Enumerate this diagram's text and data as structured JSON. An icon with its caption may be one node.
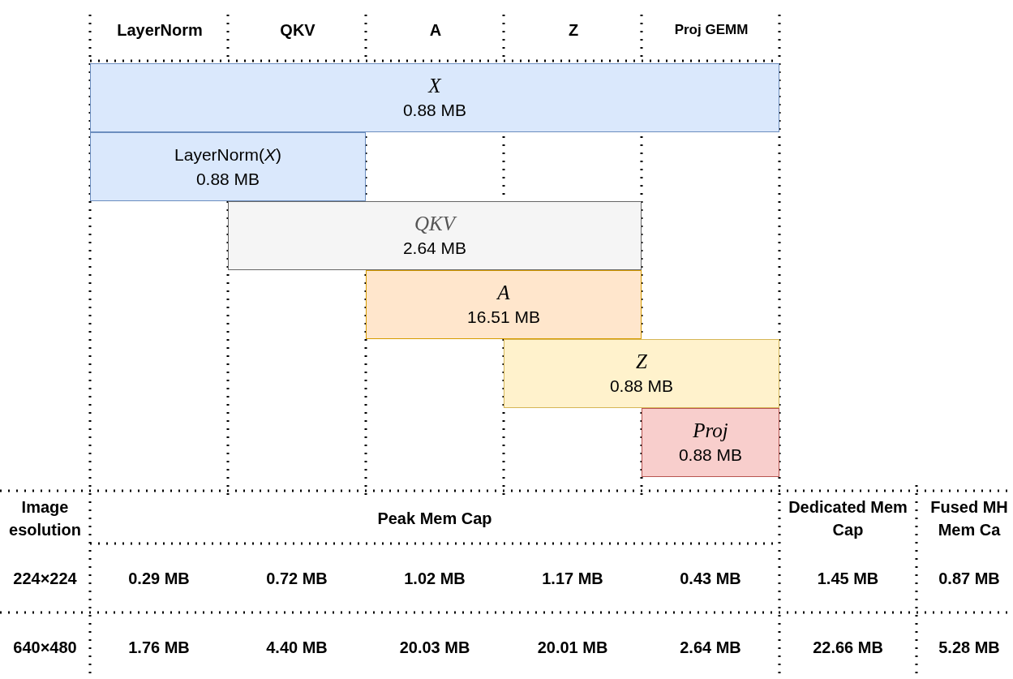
{
  "diagram": {
    "nodes": [
      {
        "text": [
          "X",
          "0.88 MB"
        ]
      },
      {
        "text": [
          "LayerNorm(*X*)",
          "0.88 MB"
        ]
      },
      {
        "text": [
          "QKV",
          "2.64 MB"
        ]
      },
      {
        "text": [
          "A",
          "16.51 MB"
        ]
      },
      {
        "text": [
          "Z",
          "0.88 MB"
        ]
      },
      {
        "text": [
          "Proj",
          "0.88 MB"
        ]
      }
    ],
    "labels": [
      "LayerNorm",
      "QKV",
      "A",
      "Z",
      "Proj GEMM",
      "Image esolution",
      "Peak Mem Cap",
      "Dedicated Mem Cap",
      "Fused MH Mem Ca",
      "224×224",
      "0.29 MB",
      "0.72 MB",
      "1.02 MB",
      "1.17 MB",
      "0.43 MB",
      "1.45 MB",
      "0.87 MB",
      "640×480",
      "1.76 MB",
      "4.40 MB",
      "20.03 MB",
      "20.01 MB",
      "2.64 MB",
      "22.66 MB",
      "5.28 MB"
    ]
  }
}
